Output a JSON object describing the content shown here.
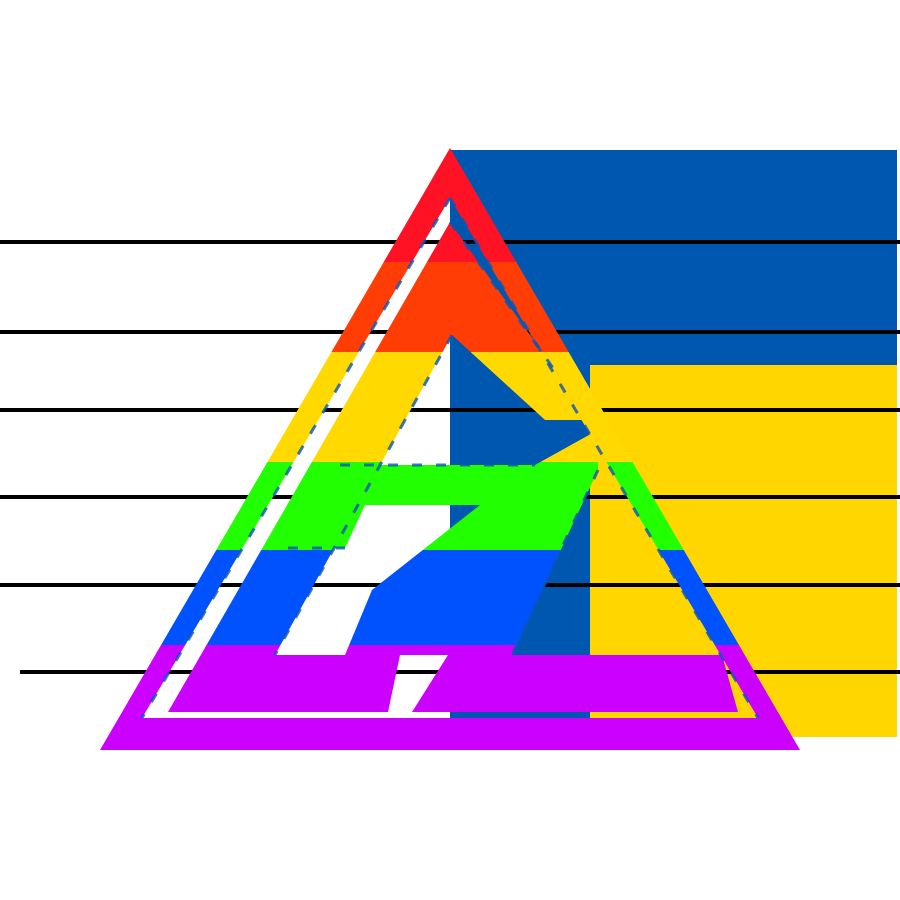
{
  "artwork": {
    "name": "rainbow-triangle-logo",
    "colors": {
      "background": "#ffffff",
      "backdrop_blue": "#0057b0",
      "backdrop_yellow": "#ffd600",
      "scan_line": "#000000",
      "inner_outline": "#0a56b8"
    },
    "bands": [
      {
        "name": "red",
        "color": "#ff1224"
      },
      {
        "name": "orange-red",
        "color": "#ff3d05"
      },
      {
        "name": "yellow",
        "color": "#ffd900"
      },
      {
        "name": "green",
        "color": "#22ff00"
      },
      {
        "name": "blue",
        "color": "#0052ff"
      },
      {
        "name": "violet",
        "color": "#cc00ff"
      }
    ]
  }
}
